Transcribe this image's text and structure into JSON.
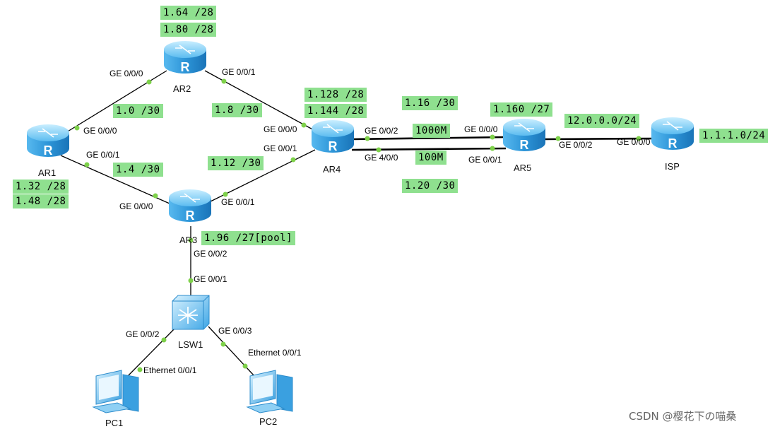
{
  "devices": {
    "ar1": "AR1",
    "ar2": "AR2",
    "ar3": "AR3",
    "ar4": "AR4",
    "ar5": "AR5",
    "isp": "ISP",
    "lsw1": "LSW1",
    "pc1": "PC1",
    "pc2": "PC2"
  },
  "subnets": {
    "ar2_a": "1.64 /28",
    "ar2_b": "1.80 /28",
    "ar1_ar2": "1.0 /30",
    "ar2_ar4": "1.8 /30",
    "ar1_ar3": "1.4 /30",
    "ar3_ar4": "1.12 /30",
    "ar1_a": "1.32 /28",
    "ar1_b": "1.48 /28",
    "ar4_a": "1.128 /28",
    "ar4_b": "1.144 /28",
    "ar4_ar5_top": "1.16 /30",
    "ar4_ar5_bottom": "1.20 /30",
    "ar5_a": "1.160 /27",
    "ar5_isp": "12.0.0.0/24",
    "isp_net": "1.1.1.0/24",
    "ar3_pool": "1.96 /27[pool]",
    "bw_1000": "1000M",
    "bw_100": "100M"
  },
  "ports": {
    "ar2_left": "GE 0/0/0",
    "ar2_right": "GE 0/0/1",
    "ar1_top": "GE 0/0/0",
    "ar1_bottom": "GE 0/0/1",
    "ar3_left": "GE 0/0/0",
    "ar3_right": "GE 0/0/1",
    "ar3_down": "GE 0/0/2",
    "ar4_left_top": "GE 0/0/0",
    "ar4_left_bottom": "GE 0/0/1",
    "ar4_right_top": "GE 0/0/2",
    "ar4_right_bottom": "GE 4/0/0",
    "ar5_left_top": "GE 0/0/0",
    "ar5_left_bottom": "GE 0/0/1",
    "ar5_right": "GE 0/0/2",
    "isp_left": "GE 0/0/0",
    "lsw1_up": "GE 0/0/1",
    "lsw1_left": "GE 0/0/2",
    "lsw1_right": "GE 0/0/3",
    "pc1_eth": "Ethernet 0/0/1",
    "pc2_eth": "Ethernet 0/0/1"
  },
  "watermark": "CSDN @樱花下の喵桑",
  "colors": {
    "label_bg": "#8fe08f",
    "link": "#000000",
    "port_dot": "#7ed14a",
    "router_light": "#8fd6f7",
    "router_dark": "#1e86c8"
  },
  "icons": {
    "router": "router-icon",
    "switch": "switch-icon",
    "pc": "pc-icon"
  }
}
